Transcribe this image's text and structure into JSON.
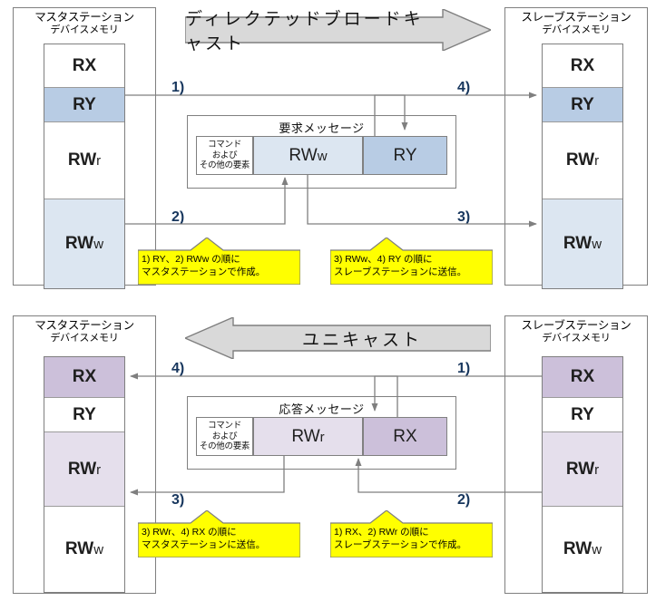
{
  "colors": {
    "frame_gray": "#7f7f7f",
    "banner_fill": "#d9d9d9",
    "blue_dark": "#b8cce4",
    "blue_light": "#dce6f1",
    "purple_dark": "#ccc0da",
    "purple_light": "#e5dfec",
    "callout_yellow": "#ffff00",
    "step_label": "#17365d",
    "wire": "#808080"
  },
  "top": {
    "banner": {
      "label": "ディレクテッドブロードキャスト",
      "direction": "right"
    },
    "master": {
      "title_line1": "マスタステーション",
      "title_line2": "デバイスメモリ",
      "cells": [
        {
          "label": "RX",
          "suffix": "",
          "fill": "#ffffff",
          "h": 48
        },
        {
          "label": "RY",
          "suffix": "",
          "fill": "#b8cce4",
          "h": 38
        },
        {
          "label": "RW",
          "suffix": "r",
          "fill": "#ffffff",
          "h": 85
        },
        {
          "label": "RW",
          "suffix": "w",
          "fill": "#dce6f1",
          "h": 98
        }
      ]
    },
    "slave": {
      "title_line1": "スレーブステーション",
      "title_line2": "デバイスメモリ",
      "cells": [
        {
          "label": "RX",
          "suffix": "",
          "fill": "#ffffff",
          "h": 48
        },
        {
          "label": "RY",
          "suffix": "",
          "fill": "#b8cce4",
          "h": 38
        },
        {
          "label": "RW",
          "suffix": "r",
          "fill": "#ffffff",
          "h": 85
        },
        {
          "label": "RW",
          "suffix": "w",
          "fill": "#dce6f1",
          "h": 98
        }
      ]
    },
    "message": {
      "title": "要求メッセージ",
      "segments": [
        {
          "name": "command",
          "lines": [
            "コマンド",
            "および",
            "その他の要素"
          ],
          "fill": "#ffffff"
        },
        {
          "name": "rww",
          "label": "RW",
          "suffix": "w",
          "fill": "#dce6f1"
        },
        {
          "name": "ry",
          "label": "RY",
          "suffix": "",
          "fill": "#b8cce4"
        }
      ]
    },
    "steps": [
      {
        "id": "1",
        "label": "1)"
      },
      {
        "id": "2",
        "label": "2)"
      },
      {
        "id": "3",
        "label": "3)"
      },
      {
        "id": "4",
        "label": "4)"
      }
    ],
    "callouts": [
      {
        "line1": "1) RY、2) RWw の順に",
        "line2": "マスタステーションで作成。"
      },
      {
        "line1": "3) RWw、4) RY の順に",
        "line2": "スレーブステーションに送信。"
      }
    ]
  },
  "bottom": {
    "banner": {
      "label": "ユニキャスト",
      "direction": "left"
    },
    "master": {
      "title_line1": "マスタステーション",
      "title_line2": "デバイスメモリ",
      "cells": [
        {
          "label": "RX",
          "suffix": "",
          "fill": "#ccc0da",
          "h": 48
        },
        {
          "label": "RY",
          "suffix": "",
          "fill": "#ffffff",
          "h": 38
        },
        {
          "label": "RW",
          "suffix": "r",
          "fill": "#e5dfec",
          "h": 85
        },
        {
          "label": "RW",
          "suffix": "w",
          "fill": "#ffffff",
          "h": 98
        }
      ]
    },
    "slave": {
      "title_line1": "スレーブステーション",
      "title_line2": "デバイスメモリ",
      "cells": [
        {
          "label": "RX",
          "suffix": "",
          "fill": "#ccc0da",
          "h": 48
        },
        {
          "label": "RY",
          "suffix": "",
          "fill": "#ffffff",
          "h": 38
        },
        {
          "label": "RW",
          "suffix": "r",
          "fill": "#e5dfec",
          "h": 85
        },
        {
          "label": "RW",
          "suffix": "w",
          "fill": "#ffffff",
          "h": 98
        }
      ]
    },
    "message": {
      "title": "応答メッセージ",
      "segments": [
        {
          "name": "command",
          "lines": [
            "コマンド",
            "および",
            "その他の要素"
          ],
          "fill": "#ffffff"
        },
        {
          "name": "rwr",
          "label": "RW",
          "suffix": "r",
          "fill": "#e5dfec"
        },
        {
          "name": "rx",
          "label": "RX",
          "suffix": "",
          "fill": "#ccc0da"
        }
      ]
    },
    "steps": [
      {
        "id": "1",
        "label": "1)"
      },
      {
        "id": "2",
        "label": "2)"
      },
      {
        "id": "3",
        "label": "3)"
      },
      {
        "id": "4",
        "label": "4)"
      }
    ],
    "callouts": [
      {
        "line1": "3) RWr、4) RX の順に",
        "line2": "マスタステーションに送信。"
      },
      {
        "line1": "1) RX、2) RWr の順に",
        "line2": "スレーブステーションで作成。"
      }
    ]
  }
}
